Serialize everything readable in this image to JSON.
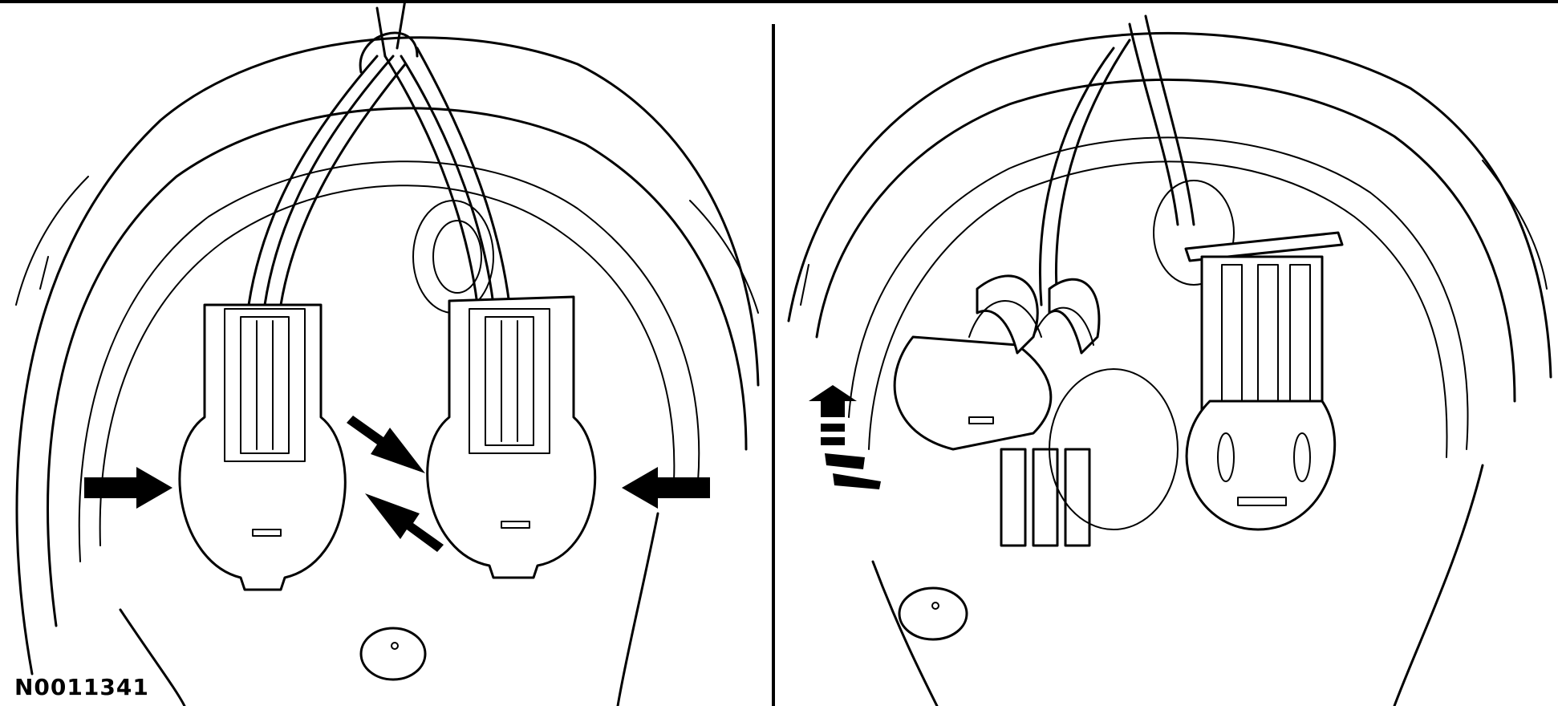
{
  "figure": {
    "id_label": "N0011341"
  },
  "panels": [
    {
      "name": "left",
      "state": "connectors-installed",
      "arrows": 4
    },
    {
      "name": "right",
      "state": "connector-lock-released",
      "arrows": 1
    }
  ],
  "colors": {
    "line": "#000000",
    "background": "#ffffff"
  }
}
